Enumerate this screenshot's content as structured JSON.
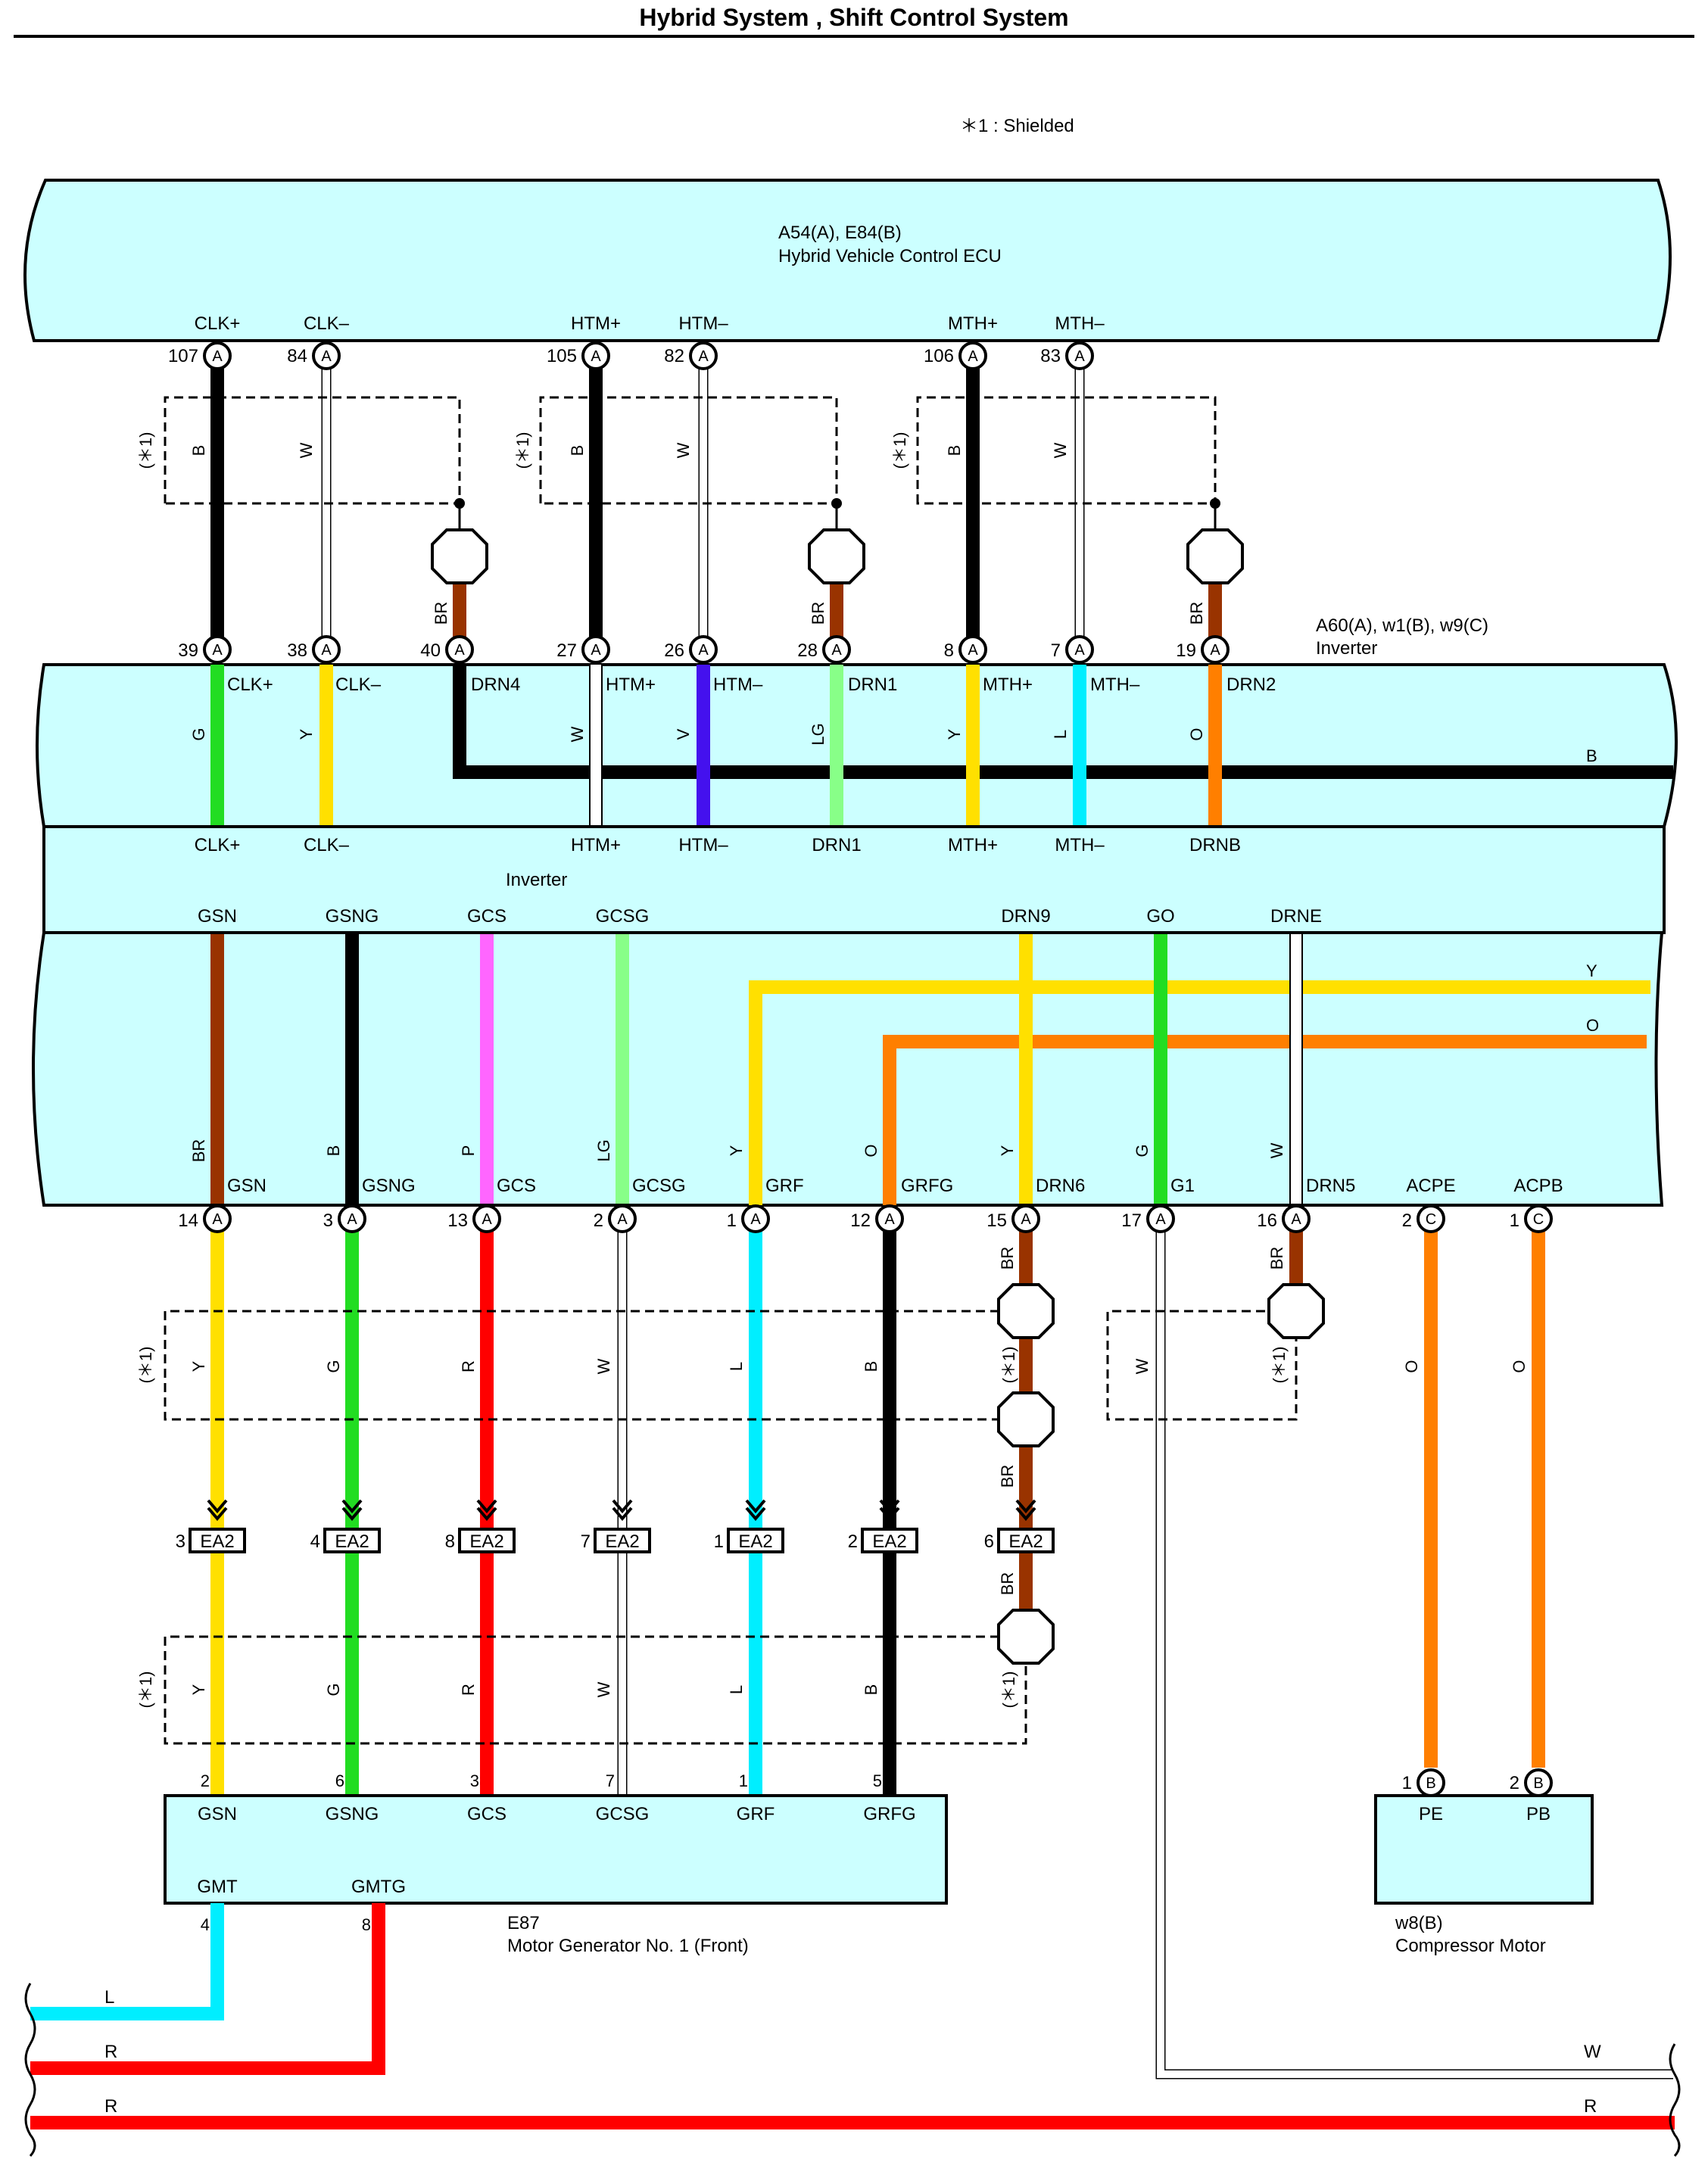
{
  "title": "Hybrid System , Shift Control System",
  "note": "＊1 : Shielded",
  "ecu": {
    "code": "A54(A), E84(B)",
    "name": "Hybrid Vehicle Control ECU",
    "pins": [
      "CLK+",
      "CLK–",
      "HTM+",
      "HTM–",
      "MTH+",
      "MTH–"
    ],
    "pin_numbers": [
      "107",
      "84",
      "105",
      "82",
      "106",
      "83"
    ]
  },
  "inverter": {
    "code": "A60(A), w1(B), w9(C)",
    "name": "Inverter",
    "inner_name": "Inverter",
    "top_pin_numbers": [
      "39",
      "38",
      "40",
      "27",
      "26",
      "28",
      "8",
      "7",
      "19"
    ],
    "top_inner_labels": [
      "CLK+",
      "CLK–",
      "DRN4",
      "HTM+",
      "HTM–",
      "DRN1",
      "MTH+",
      "MTH–",
      "DRN2"
    ],
    "mid_labels": [
      "CLK+",
      "CLK–",
      "HTM+",
      "HTM–",
      "DRN1",
      "MTH+",
      "MTH–",
      "DRNB"
    ],
    "lower_top_labels": [
      "GSN",
      "GSNG",
      "GCS",
      "GCSG",
      "DRN9",
      "GO",
      "DRNE"
    ],
    "bottom_labels": [
      "GSN",
      "GSNG",
      "GCS",
      "GCSG",
      "GRF",
      "GRFG",
      "DRN6",
      "G1",
      "DRN5",
      "ACPE",
      "ACPB"
    ],
    "bottom_pin_numbers": [
      "14",
      "3",
      "13",
      "2",
      "1",
      "12",
      "15",
      "17",
      "16",
      "2",
      "1"
    ],
    "bottom_connectors": [
      "A",
      "A",
      "A",
      "A",
      "A",
      "A",
      "A",
      "A",
      "A",
      "C",
      "C"
    ]
  },
  "wire_colors": {
    "upper": [
      "B",
      "W",
      "BR",
      "B",
      "W",
      "BR",
      "B",
      "W",
      "BR"
    ],
    "inverter_upper": [
      "G",
      "Y",
      "W",
      "V",
      "LG",
      "Y",
      "L",
      "O",
      "B"
    ],
    "inverter_lower": [
      "BR",
      "B",
      "P",
      "LG",
      "Y",
      "O",
      "Y",
      "G",
      "W",
      "Y",
      "O"
    ],
    "lower": [
      "Y",
      "G",
      "R",
      "W",
      "L",
      "B",
      "BR",
      "W",
      "BR",
      "O",
      "O"
    ],
    "motor_side": [
      "Y",
      "G",
      "R",
      "W",
      "L",
      "B",
      "BR"
    ],
    "bus": [
      "L",
      "R",
      "R",
      "W",
      "R"
    ]
  },
  "shield_label": "(＊1)",
  "connector_letter": "A",
  "junction": {
    "code": "EA2",
    "pins": [
      "3",
      "4",
      "8",
      "7",
      "1",
      "2",
      "6"
    ]
  },
  "mg1": {
    "code": "E87",
    "name": "Motor Generator No. 1 (Front)",
    "pins": [
      "GSN",
      "GSNG",
      "GCS",
      "GCSG",
      "GRF",
      "GRFG"
    ],
    "pin_numbers": [
      "2",
      "6",
      "3",
      "7",
      "1",
      "5"
    ],
    "lower_pins": [
      "GMT",
      "GMTG"
    ],
    "lower_pin_numbers": [
      "4",
      "8"
    ]
  },
  "compressor": {
    "code": "w8(B)",
    "name": "Compressor Motor",
    "pins": [
      "PE",
      "PB"
    ],
    "pin_numbers": [
      "1",
      "2"
    ],
    "connector": "B"
  },
  "colors": {
    "box_fill": "#ccffff",
    "black": "#000000",
    "white_wire": "#ffffff",
    "brown": "#993300",
    "green": "#22dd22",
    "yellow": "#ffe000",
    "violet": "#4411ee",
    "light_green": "#88ff88",
    "light_blue": "#00eeff",
    "orange": "#ff7f00",
    "pink": "#ff66ff",
    "red": "#ff0000"
  }
}
